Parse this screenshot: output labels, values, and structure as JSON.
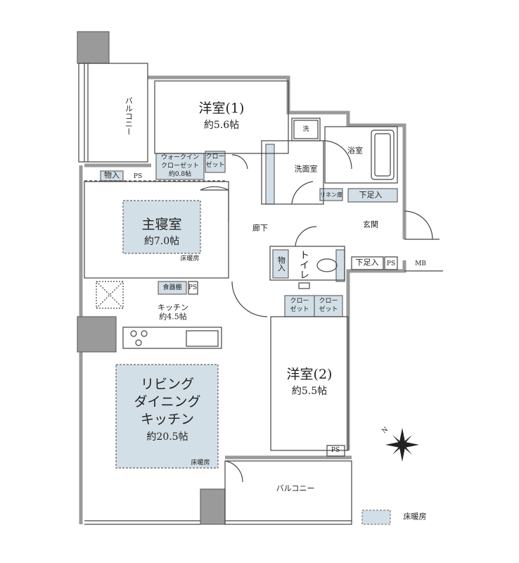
{
  "colors": {
    "floor_heating": "#d3dfe6",
    "wall": "#9a9a9a",
    "line": "#444444"
  },
  "rooms": {
    "western1": {
      "name": "洋室(1)",
      "size": "約5.6帖"
    },
    "walkin": {
      "name": "ウォークイン",
      "name2": "クローゼット",
      "size": "約0.8帖"
    },
    "closet_w1": {
      "l1": "クロー",
      "l2": "ゼット"
    },
    "storage_top": "物入",
    "ps_top": "PS",
    "master": {
      "name": "主寝室",
      "size": "約7.0帖",
      "heating": "床暖房"
    },
    "hallway": "廊下",
    "washroom": "洗面室",
    "washer": "洗",
    "bath": "浴室",
    "linen": "リネン庫",
    "shoe1": "下足入",
    "entrance": "玄関",
    "storage_mid": "物入",
    "toilet": "トイレ",
    "cupboard": "食器棚",
    "ps_kitchen": "PS",
    "kitchen": {
      "name": "キッチン",
      "size": "約4.5帖"
    },
    "closet_a": {
      "l1": "クロー",
      "l2": "ゼット"
    },
    "closet_b": {
      "l1": "クロー",
      "l2": "ゼット"
    },
    "shoe2": "下足入",
    "ps_entry": "PS",
    "mb": "MB",
    "ldk": {
      "l1": "リビング",
      "l2": "ダイニング",
      "l3": "キッチン",
      "size": "約20.5帖",
      "heating": "床暖房"
    },
    "western2": {
      "name": "洋室(2)",
      "size": "約5.5帖"
    },
    "ps_w2": "PS",
    "balcony_left": "バルコニー",
    "balcony_bottom": "バルコニー"
  },
  "compass": {
    "label": "N",
    "icon": "compass-rose-icon"
  },
  "legend": {
    "label": "床暖房"
  }
}
